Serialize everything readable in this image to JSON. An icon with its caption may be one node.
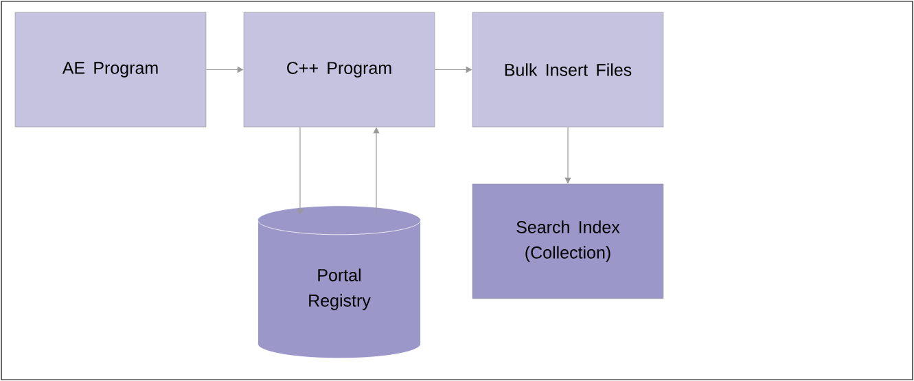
{
  "diagram": {
    "nodes": [
      {
        "text": [
          "AE Program"
        ]
      },
      {
        "text": [
          "C++ Program"
        ]
      },
      {
        "text": [
          "Bulk Insert Files"
        ]
      },
      {
        "text": [
          "Portal Registry"
        ]
      },
      {
        "text": [
          "Search Index (Collection)"
        ]
      }
    ],
    "edges": [
      {
        "from": 0,
        "to": 1,
        "arrow": "to"
      },
      {
        "from": 1,
        "to": 2,
        "arrow": "to"
      },
      {
        "from": 1,
        "to": 3,
        "arrow": "to"
      },
      {
        "from": 3,
        "to": 1,
        "arrow": "to"
      },
      {
        "from": 2,
        "to": 4,
        "arrow": "to"
      }
    ]
  }
}
